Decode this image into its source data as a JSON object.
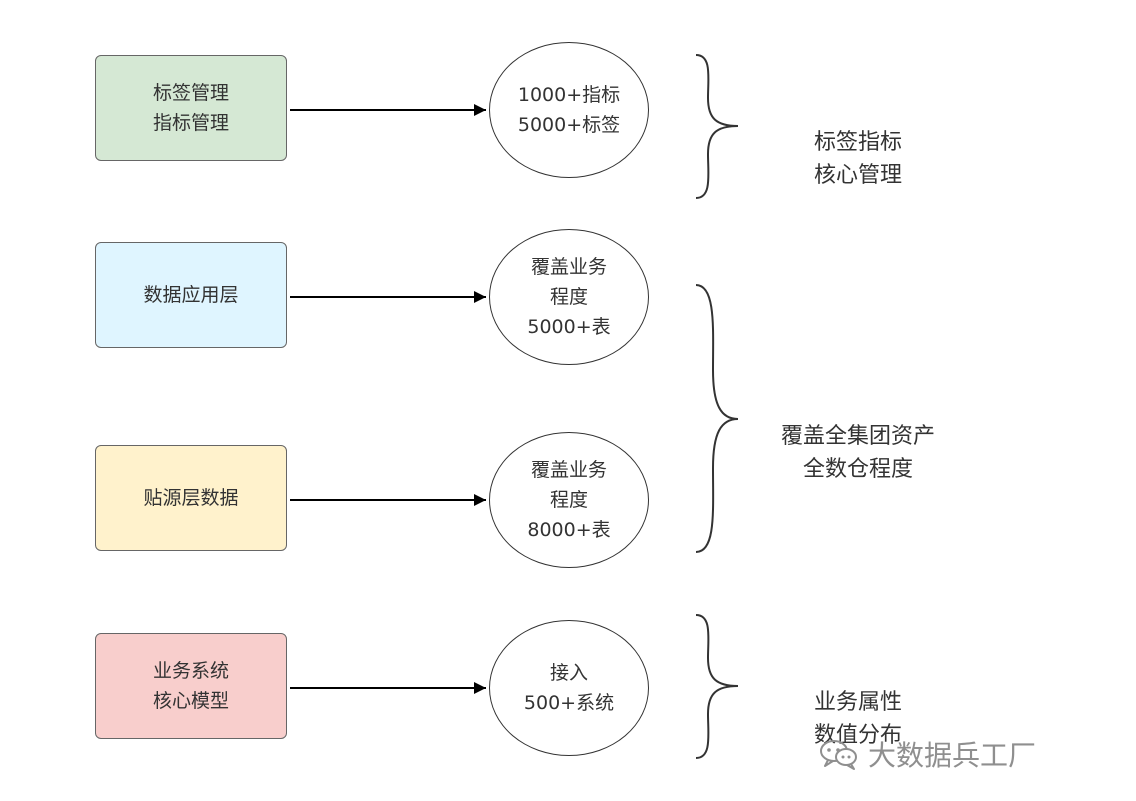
{
  "rows": [
    {
      "box_label": "标签管理\n指标管理",
      "box_color": "#d5e8d4",
      "ellipse_label": "1000+指标\n5000+标签"
    },
    {
      "box_label": "数据应用层",
      "box_color": "#dff5ff",
      "ellipse_label": "覆盖业务\n程度\n5000+表"
    },
    {
      "box_label": "贴源层数据",
      "box_color": "#fff2cc",
      "ellipse_label": "覆盖业务\n程度\n8000+表"
    },
    {
      "box_label": "业务系统\n核心模型",
      "box_color": "#f8cecc",
      "ellipse_label": "接入\n500+系统"
    }
  ],
  "summaries": [
    {
      "label": "标签指标\n核心管理"
    },
    {
      "label": "覆盖全集团资产\n全数仓程度"
    },
    {
      "label": "业务属性\n数值分布"
    }
  ],
  "watermark": {
    "text": "大数据兵工厂",
    "icon": "wechat-icon"
  }
}
